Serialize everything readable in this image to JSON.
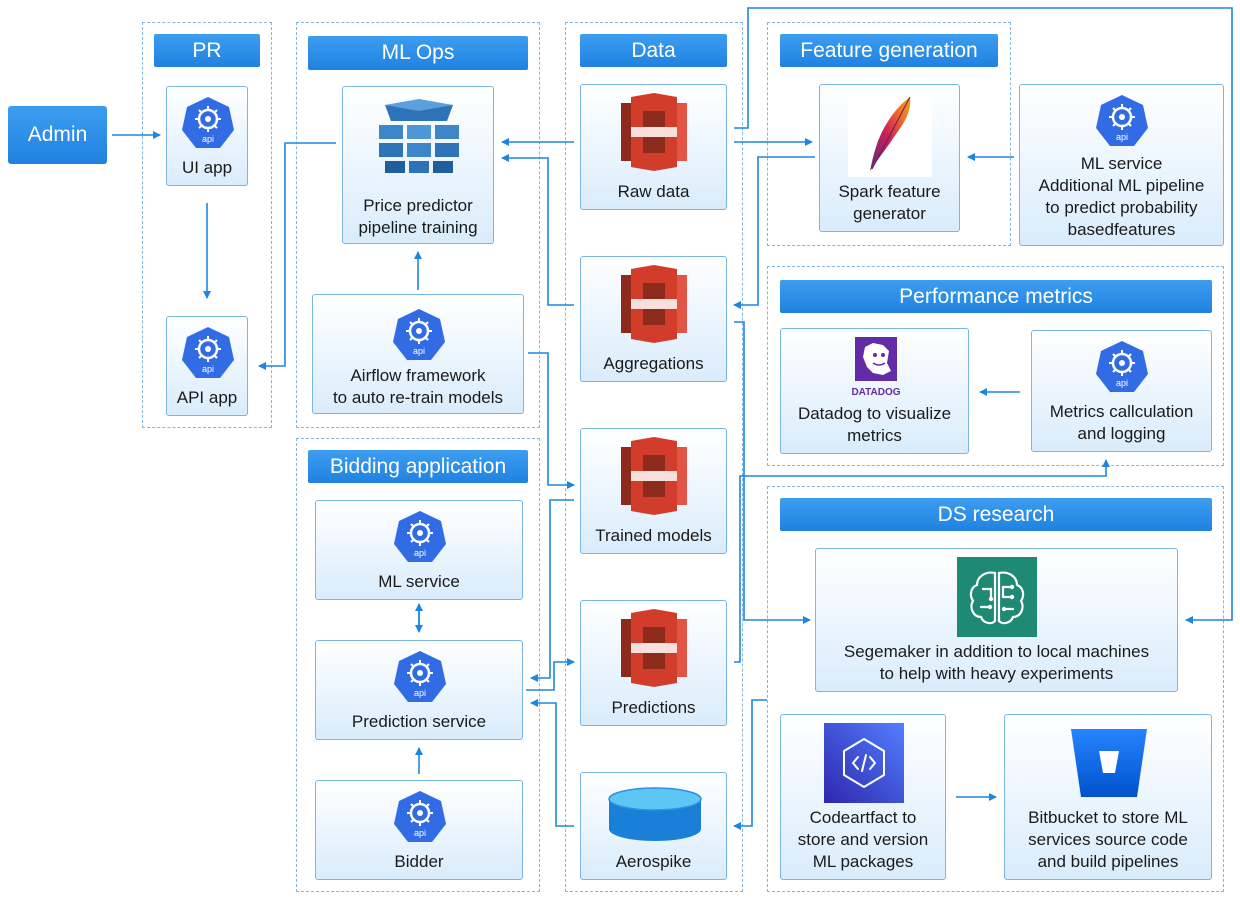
{
  "admin": {
    "label": "Admin"
  },
  "groups": {
    "pr": {
      "title": "PR"
    },
    "mlops": {
      "title": "ML Ops"
    },
    "data": {
      "title": "Data"
    },
    "feature": {
      "title": "Feature generation"
    },
    "performance": {
      "title": "Performance metrics"
    },
    "bidding": {
      "title": "Bidding application"
    },
    "ds": {
      "title": "DS research"
    }
  },
  "nodes": {
    "ui_app": "UI app",
    "api_app": "API app",
    "price_predictor": "Price predictor\npipeline training",
    "airflow": "Airflow framework\nto auto re-train models",
    "raw_data": "Raw data",
    "aggregations": "Aggregations",
    "trained_models": "Trained models",
    "predictions": "Predictions",
    "aerospike": "Aerospike",
    "spark": "Spark feature\ngenerator",
    "ml_service_feature": "ML service\nAdditional ML pipeline\nto predict probability\nbasedfeatures",
    "datadog": "Datadog to visualize\nmetrics",
    "metrics_calc": "Metrics callculation\nand logging",
    "ml_service_bidding": "ML service",
    "prediction_service": "Prediction service",
    "bidder": "Bidder",
    "sagemaker": "Segemaker in addition to local machines\nto help with heavy experiments",
    "codeartifact": "Codeartfact to\nstore and version\nML packages",
    "bitbucket": "Bitbucket to store ML\nservices source code\nand build pipelines"
  },
  "icons": {
    "k8s_api_text": "api",
    "datadog_text": "DATADOG"
  },
  "colors": {
    "accent": "#1f82e0",
    "k8s": "#326ce5",
    "s3": "#d13d2a",
    "arrow": "#1f86e0"
  }
}
